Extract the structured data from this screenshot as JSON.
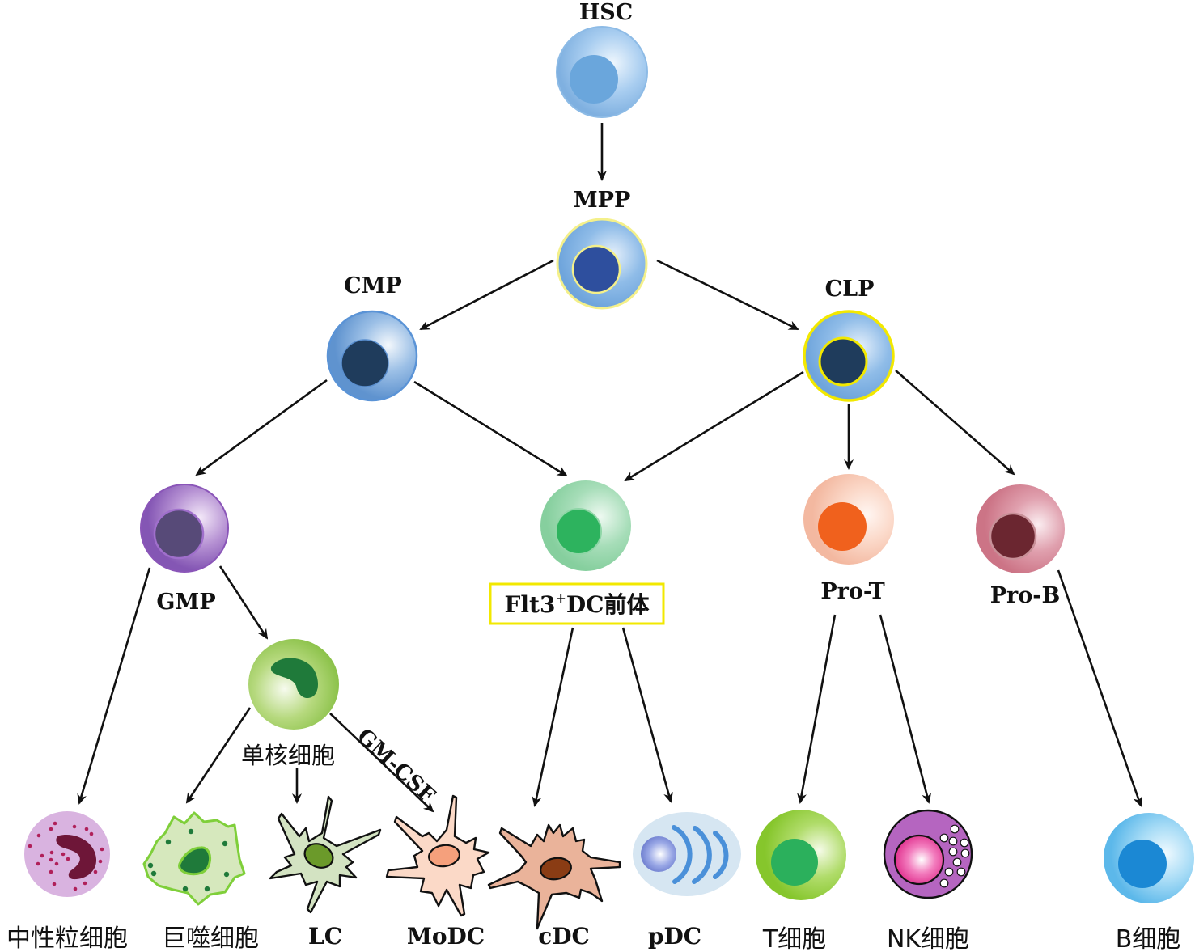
{
  "title": "Hematopoietic differentiation lineage to dendritic cells",
  "nodes": {
    "hsc": {
      "label": "HSC",
      "colors": {
        "body": "#a8cdf0",
        "edge": "#7fb0e0",
        "nucleus": "#6aa6dc"
      }
    },
    "mpp": {
      "label": "MPP",
      "colors": {
        "body": "#8fbce8",
        "edge": "#f4f08a",
        "nucleus": "#2e4f9e",
        "nucleus_edge": "#f4f08a"
      }
    },
    "cmp": {
      "label": "CMP",
      "colors": {
        "body": "#7aa9db",
        "edge": "#5a93d6",
        "nucleus": "#1f3c5c"
      }
    },
    "clp": {
      "label": "CLP",
      "colors": {
        "body": "#8fbce8",
        "edge": "#f2e800",
        "nucleus": "#1f3c5c",
        "nucleus_edge": "#f2e800"
      }
    },
    "gmp": {
      "label": "GMP",
      "colors": {
        "body": "#a77cc8",
        "edge": "#8a55b8",
        "nucleus": "#574a78"
      }
    },
    "flt3": {
      "label_main": "Flt3",
      "label_sup": "+",
      "label_tail": "DC前体",
      "box_color": "#f2e800",
      "colors": {
        "body": "#a6ddb8",
        "nucleus": "#2db35e"
      }
    },
    "prot": {
      "label": "Pro-T",
      "colors": {
        "body": "#f9cbb8",
        "nucleus": "#f0611d"
      }
    },
    "prob": {
      "label": "Pro-B",
      "colors": {
        "body": "#d9899a",
        "nucleus": "#6b2630",
        "nucleus_edge": "#c0808a"
      }
    },
    "mono": {
      "label": "单核细胞",
      "colors": {
        "body": "#a6cf6a",
        "nucleus": "#1f7a3a"
      }
    },
    "neutrophil": {
      "label": "中性粒细胞",
      "colors": {
        "body": "#d9b3e0",
        "nucleus": "#6e1638",
        "granule": "#b0205a"
      }
    },
    "macrophage": {
      "label": "巨噬细胞",
      "colors": {
        "body": "#d6e8bd",
        "edge": "#7fcf3a",
        "nucleus": "#1f7a3a"
      }
    },
    "lc": {
      "label": "LC",
      "colors": {
        "body": "#d3e3c2",
        "nucleus": "#6b9a2a"
      }
    },
    "modc": {
      "label": "MoDC",
      "colors": {
        "body": "#fbd9c7",
        "nucleus": "#f5a07c"
      }
    },
    "cdc": {
      "label": "cDC",
      "colors": {
        "body": "#eab39a",
        "nucleus": "#8a3c14"
      }
    },
    "pdc": {
      "label": "pDC",
      "colors": {
        "body": "#d6e6f2",
        "nucleus": "#6f82d6",
        "er": "#4a90d9"
      }
    },
    "tcell": {
      "label": "T细胞",
      "colors": {
        "body": "#98d040",
        "nucleus": "#2bb05c"
      }
    },
    "nkcell": {
      "label": "NK细胞",
      "colors": {
        "body": "#b565c0",
        "nucleus": "#e8379a"
      }
    },
    "bcell": {
      "label": "B细胞",
      "colors": {
        "body": "#7ccaf0",
        "nucleus": "#1b88d4"
      }
    }
  },
  "edges": [
    {
      "from": "HSC",
      "to": "MPP"
    },
    {
      "from": "MPP",
      "to": "CMP"
    },
    {
      "from": "MPP",
      "to": "CLP"
    },
    {
      "from": "CMP",
      "to": "GMP"
    },
    {
      "from": "CMP",
      "to": "Flt3+DC前体"
    },
    {
      "from": "CLP",
      "to": "Flt3+DC前体"
    },
    {
      "from": "CLP",
      "to": "Pro-T"
    },
    {
      "from": "CLP",
      "to": "Pro-B"
    },
    {
      "from": "GMP",
      "to": "中性粒细胞"
    },
    {
      "from": "GMP",
      "to": "单核细胞"
    },
    {
      "from": "单核细胞",
      "to": "巨噬细胞"
    },
    {
      "from": "单核细胞",
      "to": "LC"
    },
    {
      "from": "单核细胞",
      "to": "MoDC",
      "label": "GM-CSF"
    },
    {
      "from": "Flt3+DC前体",
      "to": "cDC"
    },
    {
      "from": "Flt3+DC前体",
      "to": "pDC"
    },
    {
      "from": "Pro-T",
      "to": "T细胞"
    },
    {
      "from": "Pro-T",
      "to": "NK细胞"
    },
    {
      "from": "Pro-B",
      "to": "B细胞"
    }
  ],
  "edge_labels": {
    "gmcsf": "GM-CSF"
  }
}
